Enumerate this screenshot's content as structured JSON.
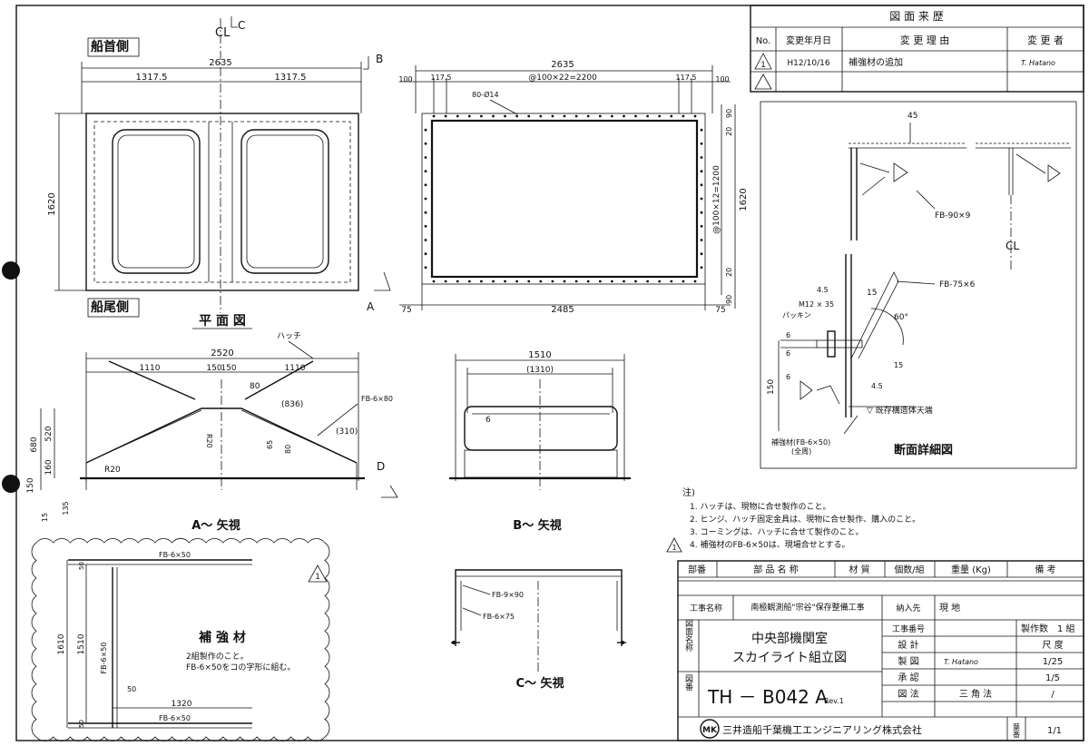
{
  "revision": {
    "title": "図 面 来 歴",
    "headers": [
      "No.",
      "変更年月日",
      "変 更 理 由",
      "変 更 者"
    ],
    "rows": [
      {
        "no": "1",
        "date": "H12/10/16",
        "reason": "補強材の追加",
        "by": "T. Hatano"
      },
      {
        "no": "",
        "date": "",
        "reason": "",
        "by": ""
      }
    ]
  },
  "plan": {
    "bow_label": "船首側",
    "stern_label": "船尾側",
    "caption": "平 面 図",
    "total_width": "2635",
    "half_left": "1317.5",
    "half_right": "1317.5",
    "height": "1620",
    "section_c": "C",
    "section_b": "B",
    "section_a": "A",
    "centerline": "CL"
  },
  "holes": {
    "total_width": "2635",
    "d100l": "100",
    "d1175l": "117.5",
    "pitch_h": "@100×22=2200",
    "d1175r": "117.5",
    "d100r": "100",
    "holes_note": "80-Ø14",
    "bottom_75l": "75",
    "bottom_2485": "2485",
    "bottom_75r": "75",
    "r_90t": "90",
    "r_20t": "20",
    "pitch_v": "@100×12=1200",
    "r_1620": "1620",
    "r_20b": "20",
    "r_90b": "90"
  },
  "view_a": {
    "caption": "A～ 矢視",
    "hatch": "ハッチ",
    "w2520": "2520",
    "d1110l": "1110",
    "d150a": "150",
    "d150b": "150",
    "d1110r": "1110",
    "d80": "80",
    "d836": "(836)",
    "fb": "FB-6×80",
    "d310": "(310)",
    "r20a": "R20",
    "r20b": "R20",
    "d65": "65",
    "d80b": "80",
    "h680": "680",
    "h520": "520",
    "h160": "160",
    "h150": "150",
    "h15": "15",
    "h135": "135",
    "section_d": "D"
  },
  "view_b": {
    "caption": "B～ 矢視",
    "w1510": "1510",
    "w1310": "(1310)",
    "d6": "6"
  },
  "view_c": {
    "caption": "C～ 矢視",
    "fb990": "FB-9×90",
    "fb675": "FB-6×75"
  },
  "reinforce": {
    "title": "補 強 材",
    "note1": "2組製作のこと。",
    "note2": "FB-6×50をコの字形に組む。",
    "fb_top": "FB-6×50",
    "fb_bot": "FB-6×50",
    "fb_side": "FB-6×50",
    "d1610": "1610",
    "d1510": "1510",
    "d50a": "50",
    "d50b": "50",
    "d50c": "50",
    "d1320": "1320",
    "rev": "1"
  },
  "detail": {
    "caption": "断面詳細図",
    "d45a": "45",
    "fb990": "FB-90×9",
    "fb756": "FB-75×6",
    "d45b": "4.5",
    "m12": "M12 × 35",
    "packing": "パッキン",
    "d15a": "15",
    "d60": "60°",
    "d6a": "6",
    "d6b": "6",
    "d6c": "6",
    "d150": "150",
    "d15b": "15",
    "d45c": "4.5",
    "existing": "▽ 既存構造体天端",
    "reinf1": "補強材(FB-6×50)",
    "reinf2": "(全周)",
    "cl": "CL"
  },
  "notes": {
    "title": "注)",
    "items": [
      "1. ハッチは、現物に合せ製作のこと。",
      "2. ヒンジ、ハッチ固定金具は、現物に合せ製作、購入のこと。",
      "3. コーミングは、ハッチに合せて製作のこと。",
      "4. 補強材のFB-6×50は、現場合せとする。"
    ],
    "rev": "1"
  },
  "titleblock": {
    "h_part": "部番",
    "h_name": "部 品 名 称",
    "h_mat": "材 質",
    "h_qty": "個数/組",
    "h_wt": "重量 (Kg)",
    "h_rem": "備 考",
    "job_label": "工事名称",
    "job_name": "南極観測船\"宗谷\"保存整備工事",
    "dest_label": "納入先",
    "dest": "現 地",
    "zumei_label": "図面名称",
    "drawing_title1": "中央部機関室",
    "drawing_title2": "スカイライト組立図",
    "koji_no": "工事番号",
    "seisaku": "製作数",
    "seisaku_v": "1 組",
    "sekkei": "設 計",
    "seizu": "製 図",
    "seizu_v": "T. Hatano",
    "shonin": "承 認",
    "zuho": "図 法",
    "zuho_v": "三 角 法",
    "shakudo": "尺 度",
    "s1": "1/25",
    "s2": "1/5",
    "s3": "/",
    "zuban_label": "図番",
    "zuban": "TH － B042 A",
    "rev": "Rev.1",
    "company": "三井造船千葉機工エンジニアリング株式会社",
    "logo": "MK",
    "page_label": "葉番",
    "page": "1/1"
  }
}
